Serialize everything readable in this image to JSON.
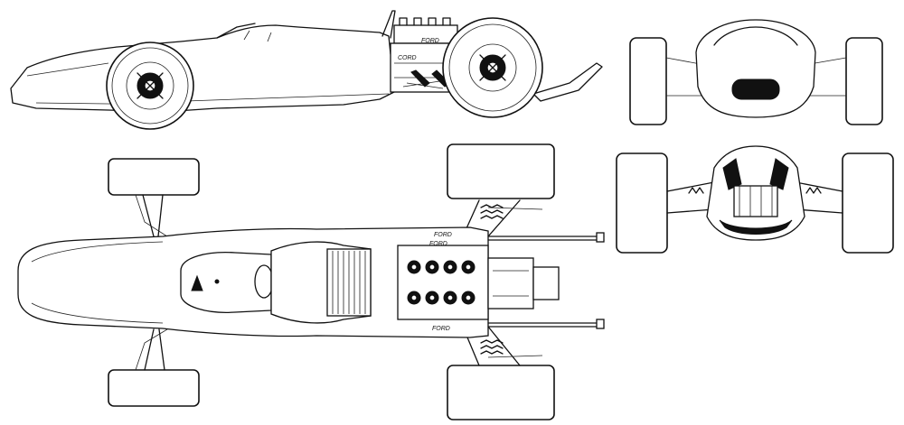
{
  "drawing": {
    "labels": {
      "side_engine_1": "FORD",
      "side_engine_2": "CORD",
      "top_engine_1": "FORD",
      "top_engine_2": "FORD",
      "top_engine_3": "FORD"
    }
  },
  "colors": {
    "line": "#111111",
    "paper": "#ffffff"
  }
}
